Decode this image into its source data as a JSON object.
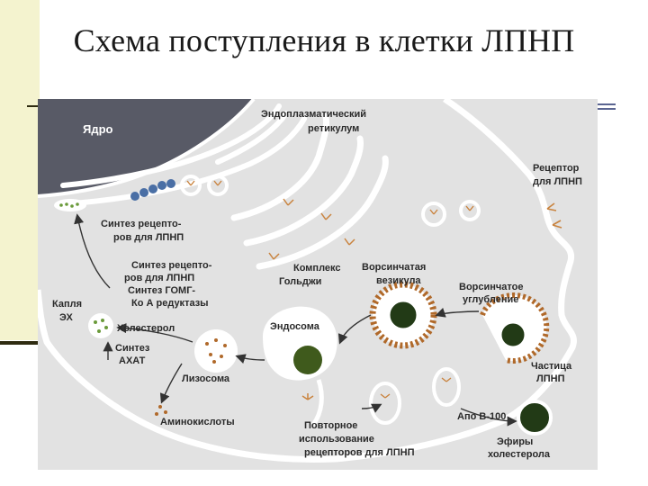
{
  "slide": {
    "title": "Схема поступления в клетки ЛПНП"
  },
  "diagram": {
    "labels": {
      "nucleus": "Ядро",
      "er_line1": "Эндоплазматический",
      "er_line2": "ретикулум",
      "receptor_line1": "Рецептор",
      "receptor_line2": "для ЛПНП",
      "synth_receptors_line1": "Синтез рецепто-",
      "synth_receptors_line2": "ров для ЛПНП",
      "golgi_line1": "Комплекс",
      "golgi_line2": "Гольджи",
      "coated_vesicle_line1": "Ворсинчатая",
      "coated_vesicle_line2": "везикула",
      "coated_pit_line1": "Ворсинчатое",
      "coated_pit_line2": "углубление",
      "reg_line1": "Синтез рецепто-",
      "reg_line2": "ров для ЛПНП",
      "reg_line3": "Синтез ГОМГ-",
      "reg_line4": "Ко А редуктазы",
      "droplet_line1": "Капля",
      "droplet_line2": "ЭХ",
      "cholesterol": "Холестерол",
      "acat_line1": "Синтез",
      "acat_line2": "АХАТ",
      "endosome": "Эндосома",
      "lysosome": "Лизосома",
      "amino_acids": "Аминокислоты",
      "recycle_line1": "Повторное",
      "recycle_line2": "использование",
      "recycle_line3": "рецепторов для ЛПНП",
      "ldl_particle_line1": "Частица",
      "ldl_particle_line2": "ЛПНП",
      "apo_b": "Апо В-100",
      "esters_line1": "Эфиры",
      "esters_line2": "холестерола"
    },
    "colors": {
      "background": "#e2e2e2",
      "nucleus": "#585a66",
      "membrane": "#ffffff",
      "particle_core": "#223a16",
      "coat": "#b0692a",
      "receptor": "#c9833e"
    }
  }
}
